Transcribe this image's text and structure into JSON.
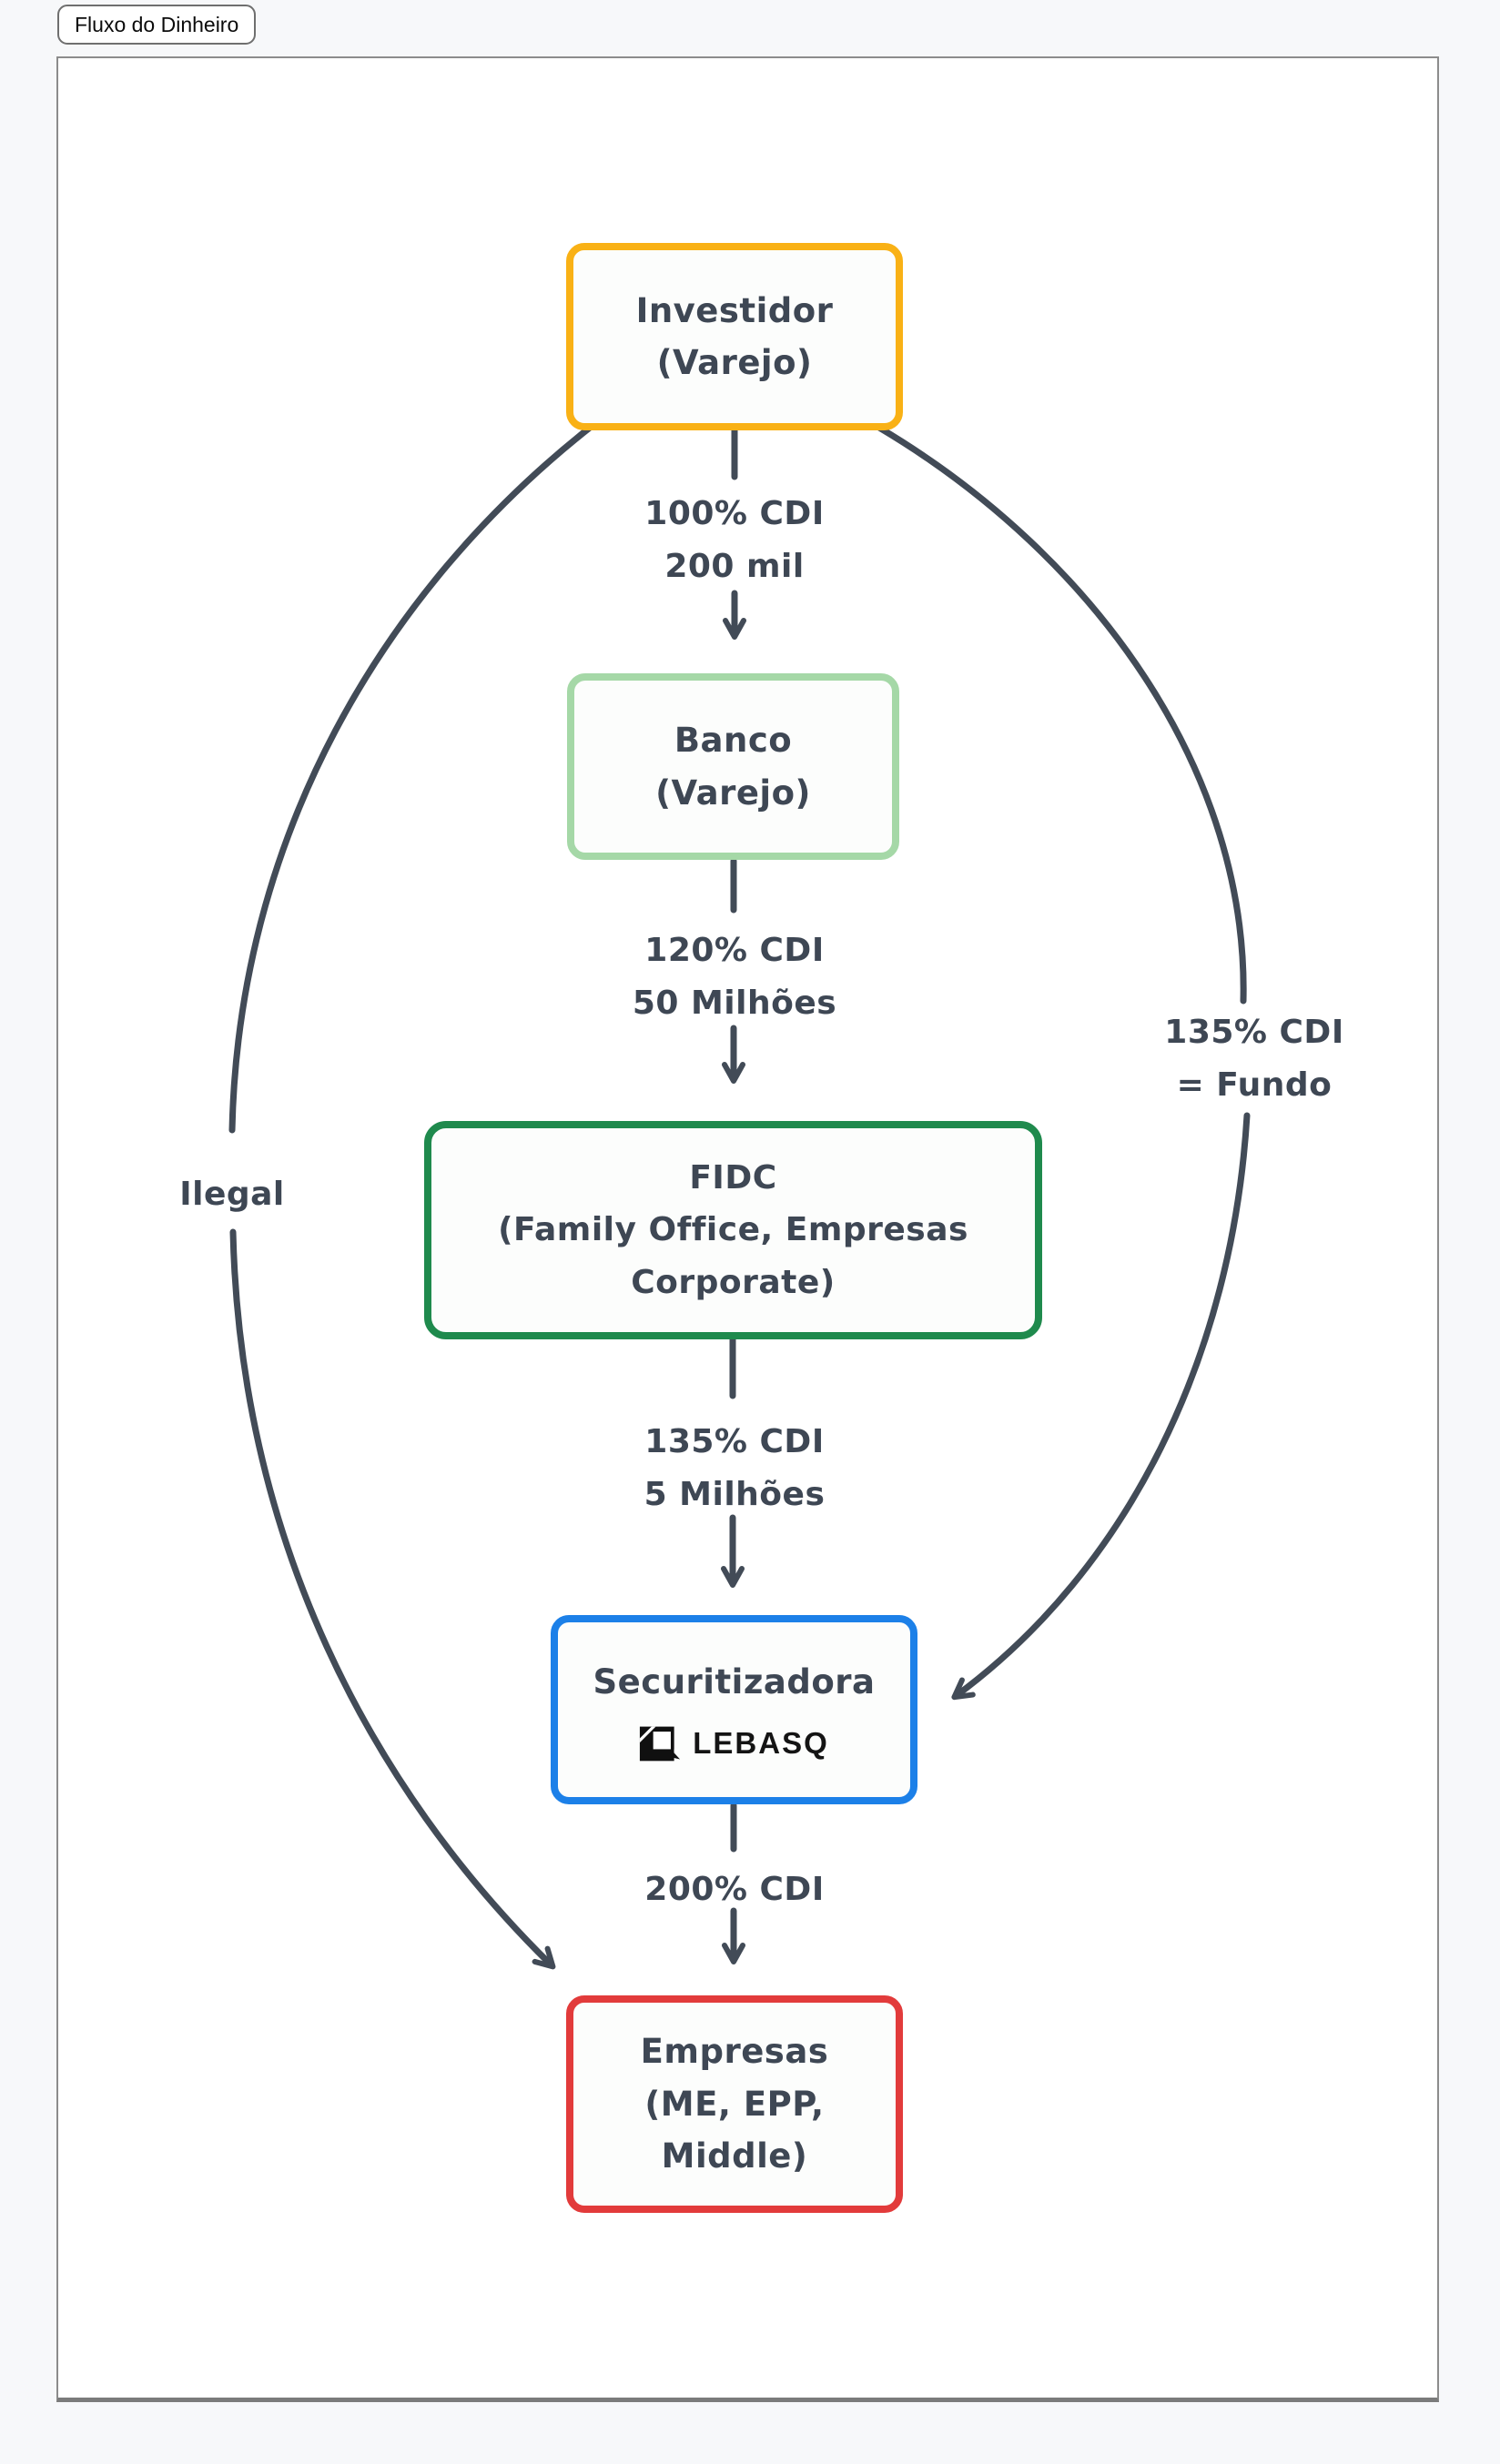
{
  "tab": {
    "label": "Fluxo do Dinheiro"
  },
  "theme": {
    "amber": "#F9B115",
    "green-light": "#A5D8A7",
    "green": "#1F8A4D",
    "blue": "#1C80E8",
    "red": "#E23B3B",
    "stroke": "#424B57",
    "text": "#3E4754",
    "node-bg": "#FCFDFC",
    "canvas-bg": "#FFFFFF",
    "page-bg": "#F7F8FA"
  },
  "nodes": {
    "investidor": {
      "label": "Investidor\n(Varejo)"
    },
    "banco": {
      "label": "Banco\n(Varejo)"
    },
    "fidc": {
      "label": "FIDC\n(Family Office, Empresas\nCorporate)"
    },
    "securitizadora": {
      "label": "Securitizadora",
      "logo_text": "LEBASQ"
    },
    "empresas": {
      "label": "Empresas\n(ME, EPP,\nMiddle)"
    }
  },
  "edges": {
    "investidor_banco": {
      "label": "100% CDI\n200 mil"
    },
    "banco_fidc": {
      "label": "120% CDI\n50 Milhões"
    },
    "fidc_securitizadora": {
      "label": "135% CDI\n5 Milhões"
    },
    "securitizadora_empresas": {
      "label": "200% CDI"
    },
    "investidor_empresas": {
      "label": "Ilegal"
    },
    "investidor_securitizadora": {
      "label": "135% CDI\n= Fundo"
    }
  }
}
